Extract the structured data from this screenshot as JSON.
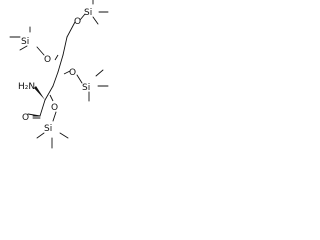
{
  "molecule": {
    "substituents": {
      "otms_top": "O",
      "si_top": "Si",
      "otms_left": "O",
      "si_left": "Si",
      "amino": "H₂N",
      "otms_mid": "O",
      "si_mid": "Si",
      "otms_bottom": "O",
      "si_bottom": "Si",
      "aldehyde_o": "O"
    }
  }
}
